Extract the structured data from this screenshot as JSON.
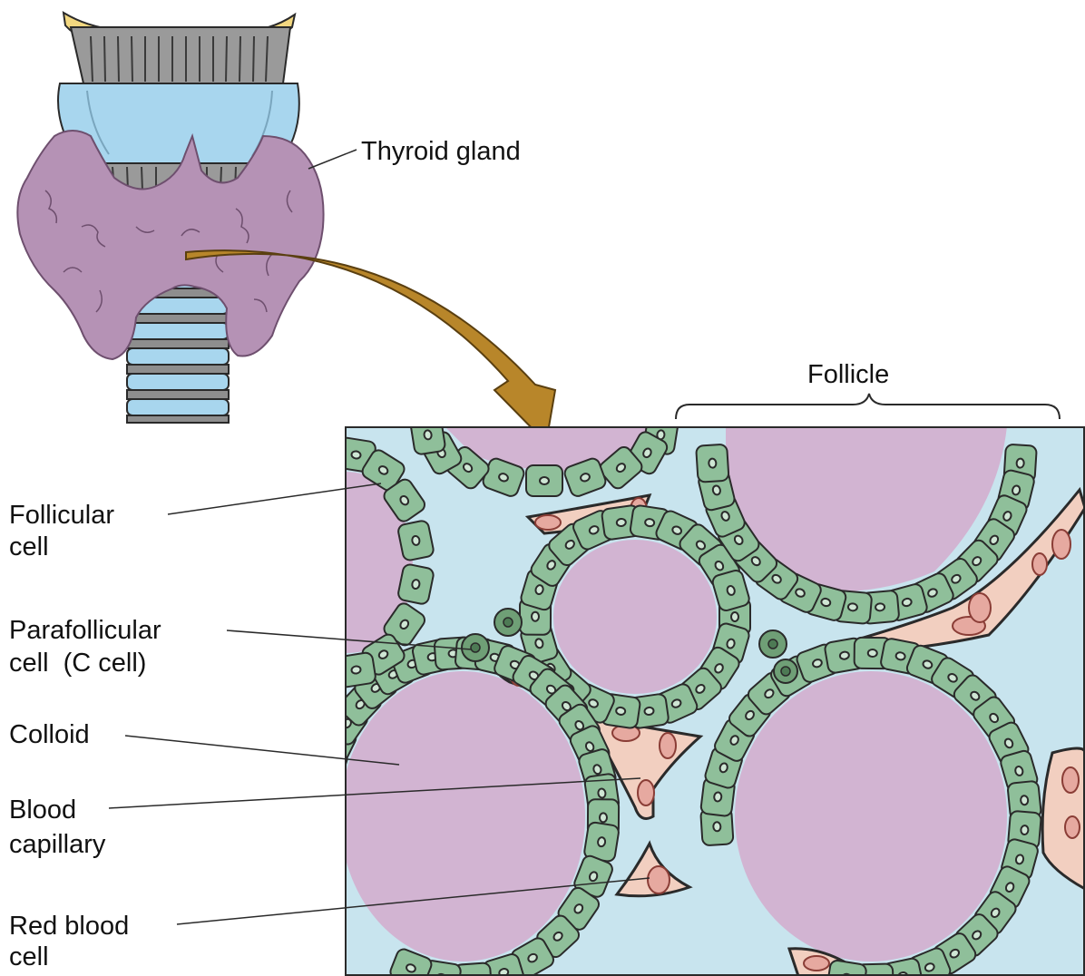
{
  "labels": {
    "thyroid_gland": "Thyroid gland",
    "follicle": "Follicle",
    "follicular_cell": [
      "Follicular",
      "cell"
    ],
    "parafollicular_cell": [
      "Parafollicular",
      "cell  (C cell)"
    ],
    "colloid": "Colloid",
    "blood_capillary": [
      "Blood",
      "capillary"
    ],
    "red_blood_cell": [
      "Red blood",
      "cell"
    ]
  },
  "colors": {
    "thyroid": "#b592b5",
    "thyroid_edge": "#6e4f6e",
    "cartilage": "#a8d6ee",
    "cartilage_ring": "#8e8e8e",
    "epiglottis": "#f3d880",
    "arrow": "#b8862a",
    "colloid": "#d2b4d2",
    "interstitium": "#c8e4ee",
    "follicular_cell": "#8fbf9a",
    "parafollicular_cell": "#6f9f76",
    "capillary": "#f2cfc0",
    "rbc": "#e6a9a0",
    "outline": "#2a2a2a"
  }
}
